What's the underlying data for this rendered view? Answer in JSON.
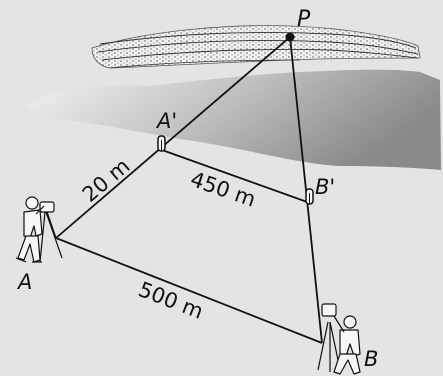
{
  "points": {
    "P": "P",
    "A_prime": "A'",
    "B_prime": "B'",
    "A": "A",
    "B": "B"
  },
  "measurements": {
    "A_to_A_prime": "20 m",
    "A_prime_to_B_prime": "450 m",
    "A_to_B": "500 m"
  },
  "colors": {
    "background": "#e4e4e4",
    "line": "#111111",
    "pond_dark": "#8a8a8a",
    "pond_light": "#f4f4f4"
  }
}
